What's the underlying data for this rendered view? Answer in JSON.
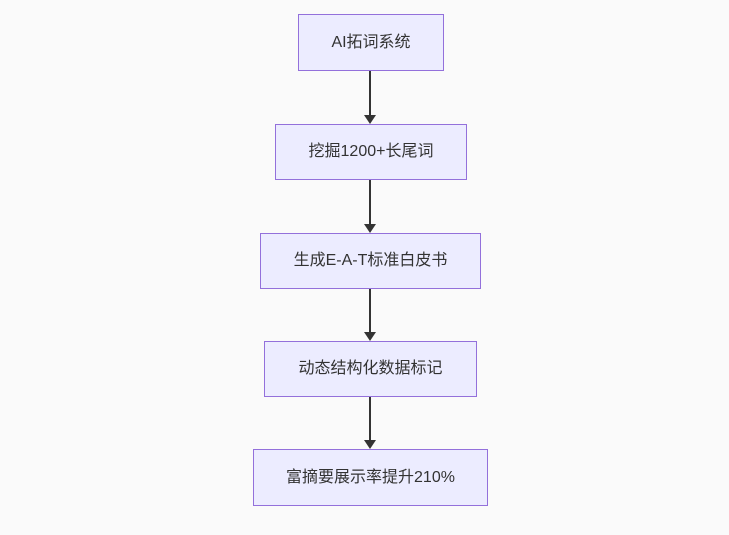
{
  "flowchart": {
    "type": "vertical-flowchart",
    "nodes": [
      {
        "id": "n0",
        "label": "AI拓词系统"
      },
      {
        "id": "n1",
        "label": "挖掘1200+长尾词"
      },
      {
        "id": "n2",
        "label": "生成E-A-T标准白皮书"
      },
      {
        "id": "n3",
        "label": "动态结构化数据标记"
      },
      {
        "id": "n4",
        "label": "富摘要展示率提升210%"
      }
    ],
    "edges": [
      {
        "from": "n0",
        "to": "n1"
      },
      {
        "from": "n1",
        "to": "n2"
      },
      {
        "from": "n2",
        "to": "n3"
      },
      {
        "from": "n3",
        "to": "n4"
      }
    ],
    "colors": {
      "node_fill": "#ECECFF",
      "node_border": "#9370DB",
      "arrow": "#333333",
      "text": "#333333",
      "background": "#fafafa"
    }
  }
}
